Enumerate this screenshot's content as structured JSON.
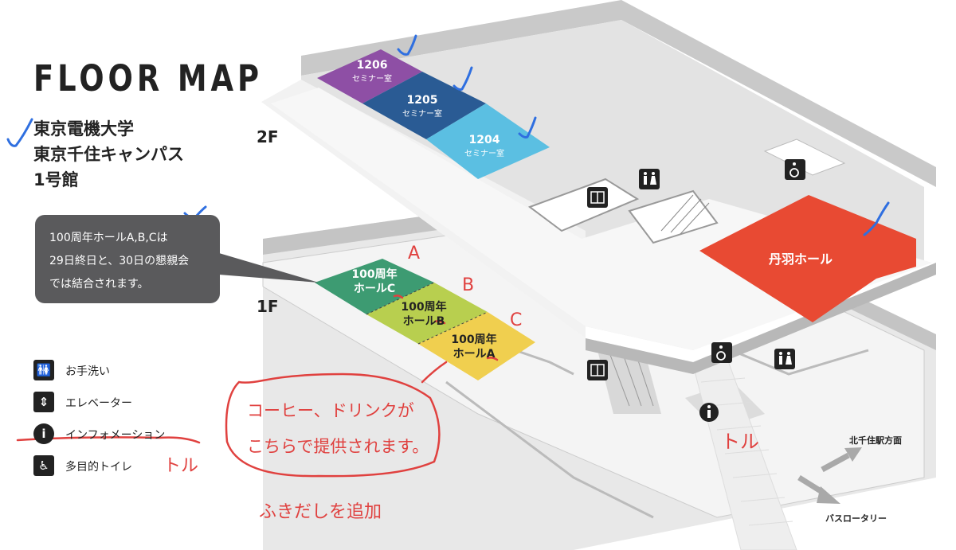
{
  "title": "FLOOR MAP",
  "building": {
    "line1": "東京電機大学",
    "line2": "東京千住キャンパス",
    "line3": "1号館"
  },
  "floors": {
    "upper": "2F",
    "lower": "1F"
  },
  "callout": {
    "line1": "100周年ホールA,B,Cは",
    "line2": "29日終日と、30日の懇親会",
    "line3": "では結合されます。"
  },
  "rooms_2f": [
    {
      "number": "1206",
      "label": "セミナー室",
      "color": "#8e4fa5"
    },
    {
      "number": "1205",
      "label": "セミナー室",
      "color": "#2a5b94"
    },
    {
      "number": "1204",
      "label": "セミナー室",
      "color": "#5bbfe2"
    },
    {
      "number": "丹羽ホール",
      "color": "#e84a33"
    }
  ],
  "rooms_1f": [
    {
      "line1": "100周年",
      "line2": "ホールC",
      "color": "#3d9b72"
    },
    {
      "line1": "100周年",
      "line2": "ホールB",
      "color": "#b8cf4f"
    },
    {
      "line1": "100周年",
      "line2": "ホールA",
      "color": "#f0cf4f"
    }
  ],
  "legend": [
    {
      "icon": "restroom-icon",
      "label": "お手洗い"
    },
    {
      "icon": "elevator-icon",
      "label": "エレベーター"
    },
    {
      "icon": "information-icon",
      "label": "インフォメーション"
    },
    {
      "icon": "accessible-toilet-icon",
      "label": "多目的トイレ"
    }
  ],
  "directions": {
    "north": "北千住駅方面",
    "bus": "バスロータリー"
  },
  "annotations": {
    "hall_a": "A",
    "hall_b": "B",
    "hall_c": "C",
    "bubble_line1": "コーヒー、ドリンクが",
    "bubble_line2": "こちらで提供されます。",
    "add_bubble": "ふきだしを追加",
    "remove_legend": "トル",
    "remove_map": "トル"
  },
  "colors": {
    "annotation_red": "#e0413f",
    "check_blue": "#2f6fe0",
    "platform_gray": "#d4d4d4",
    "platform_side": "#bdbdbd",
    "floor_white": "#ffffff",
    "callout_gray": "#5a5a5c"
  }
}
